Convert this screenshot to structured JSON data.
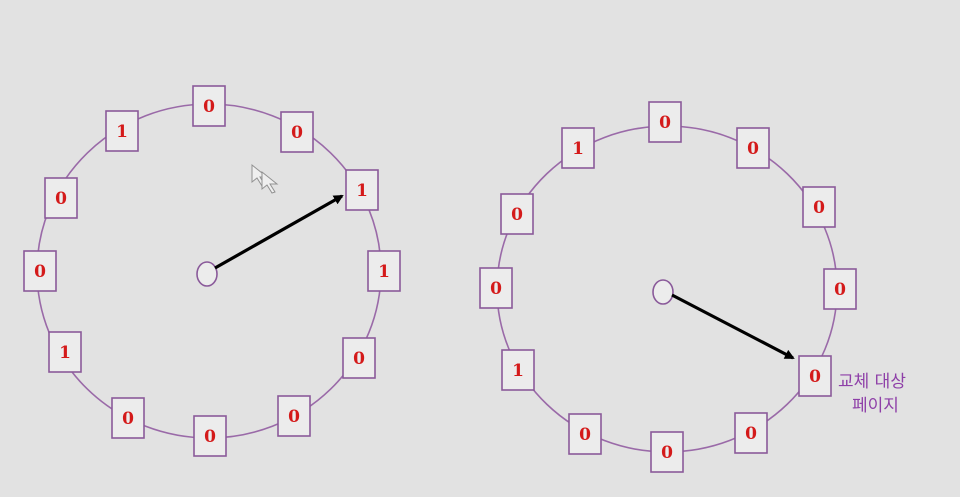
{
  "clocks": [
    {
      "name": "clock-left",
      "bits": [
        "0",
        "0",
        "1",
        "1",
        "0",
        "0",
        "0",
        "0",
        "1",
        "0",
        "0",
        "1"
      ]
    },
    {
      "name": "clock-right",
      "bits": [
        "0",
        "0",
        "0",
        "0",
        "0",
        "0",
        "0",
        "0",
        "1",
        "0",
        "0",
        "1"
      ]
    }
  ],
  "replacement_label": {
    "line1": "교체 대상",
    "line2": "페이지"
  },
  "colors": {
    "background": "#e2e2e2",
    "circle": "#9a6aa8",
    "box_fill": "#ececec",
    "box_border": "#8a5a9a",
    "bit_text": "#d41a1a",
    "pointer": "#000000",
    "label": "#8e3fa8"
  }
}
